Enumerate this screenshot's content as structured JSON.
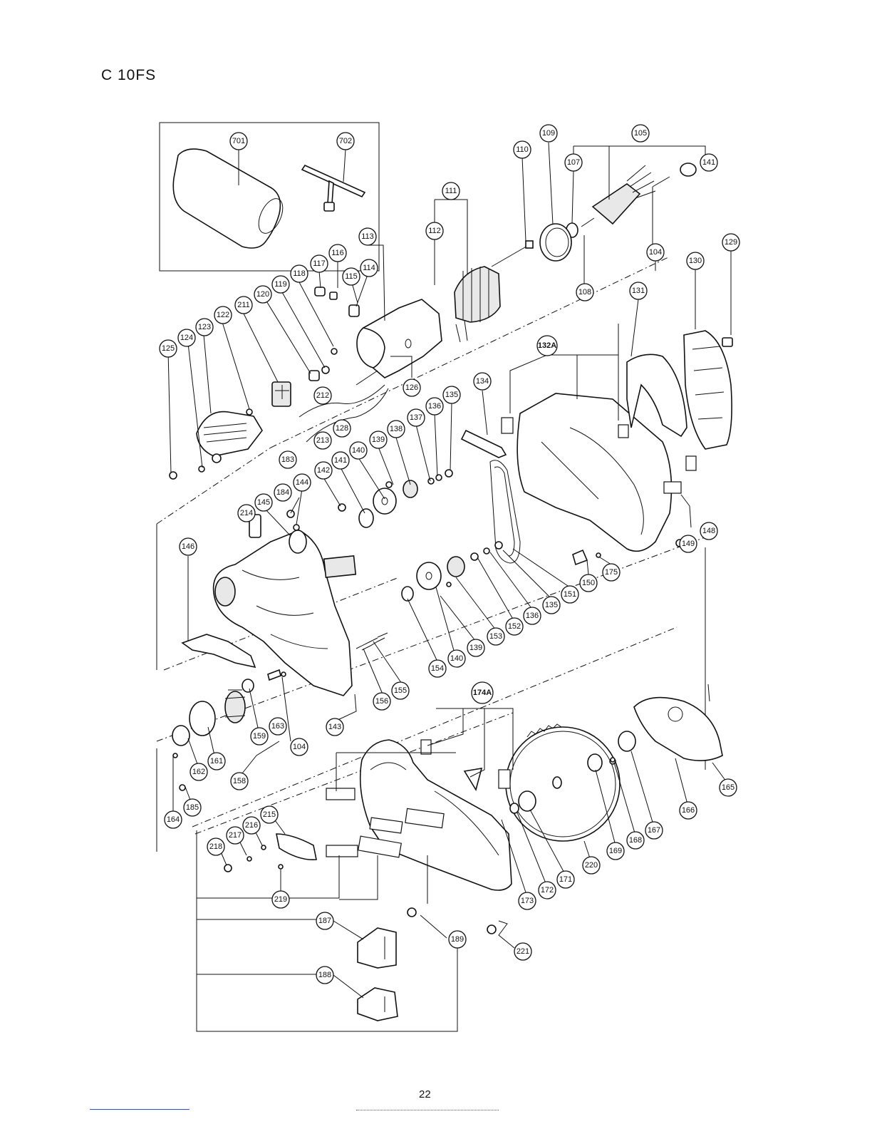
{
  "header": {
    "model": "C 10FS"
  },
  "footer": {
    "page_number": "22"
  },
  "callouts": [
    "701",
    "702",
    "110",
    "109",
    "105",
    "107",
    "141",
    "111",
    "112",
    "113",
    "116",
    "117",
    "114",
    "115",
    "118",
    "119",
    "120",
    "211",
    "122",
    "123",
    "124",
    "125",
    "104",
    "108",
    "129",
    "130",
    "131",
    "126",
    "212",
    "213",
    "128",
    "183",
    "132A",
    "134",
    "135",
    "136",
    "137",
    "138",
    "139",
    "140",
    "141",
    "142",
    "144",
    "184",
    "145",
    "214",
    "146",
    "148",
    "149",
    "150",
    "175",
    "151",
    "135",
    "136",
    "152",
    "153",
    "139",
    "140",
    "154",
    "155",
    "156",
    "143",
    "174A",
    "159",
    "163",
    "104",
    "161",
    "162",
    "158",
    "164",
    "185",
    "165",
    "166",
    "167",
    "168",
    "169",
    "220",
    "171",
    "172",
    "173",
    "215",
    "216",
    "217",
    "218",
    "219",
    "187",
    "189",
    "221",
    "188"
  ]
}
